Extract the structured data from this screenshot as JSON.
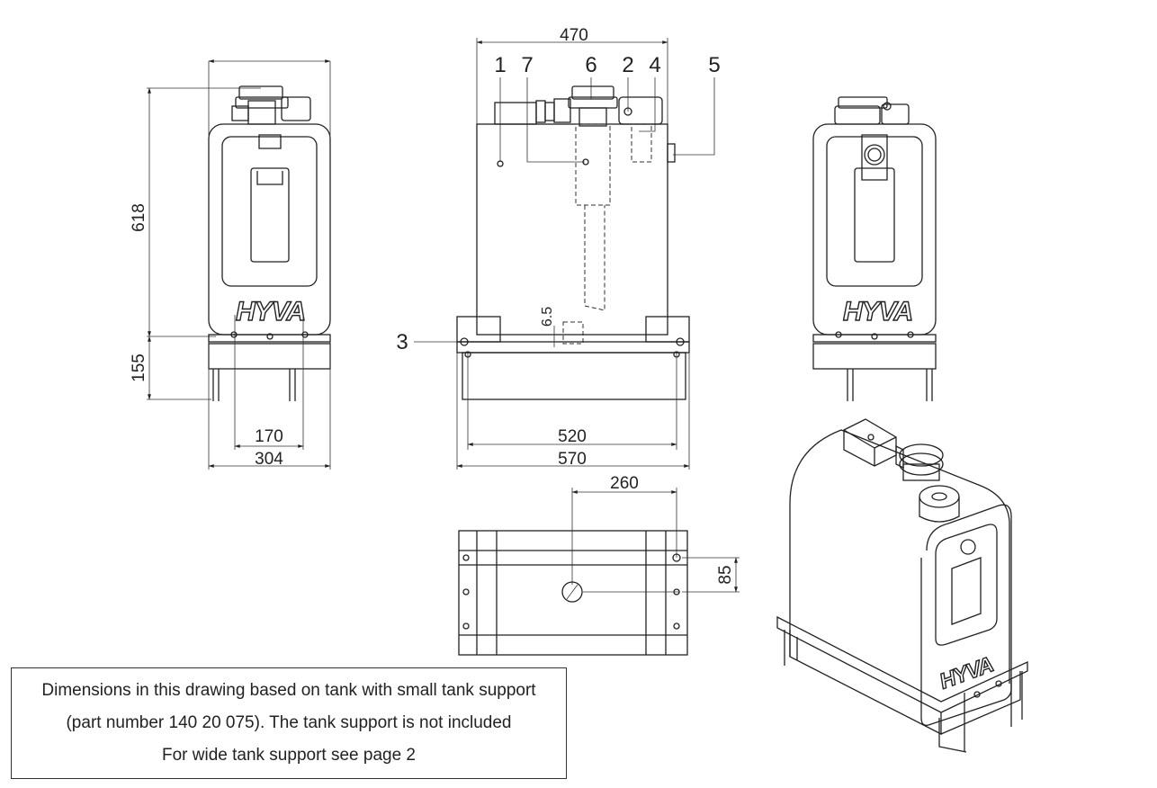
{
  "dimensions": {
    "top_width": "470",
    "left_height": "618",
    "left_support_height": "155",
    "left_bolt_spacing": "170",
    "left_width": "304",
    "front_bolt_spacing": "520",
    "front_width": "570",
    "gap": "6.5",
    "bottom_offset_x": "260",
    "bottom_offset_y": "85"
  },
  "callouts": [
    "1",
    "7",
    "6",
    "2",
    "4",
    "5",
    "3"
  ],
  "logo_text": "HYVA",
  "note": {
    "line1": "Dimensions in this drawing  based on tank with small tank support",
    "line2": "(part number 140 20 075). The tank support is not included",
    "line3": "For wide tank support see page 2"
  }
}
